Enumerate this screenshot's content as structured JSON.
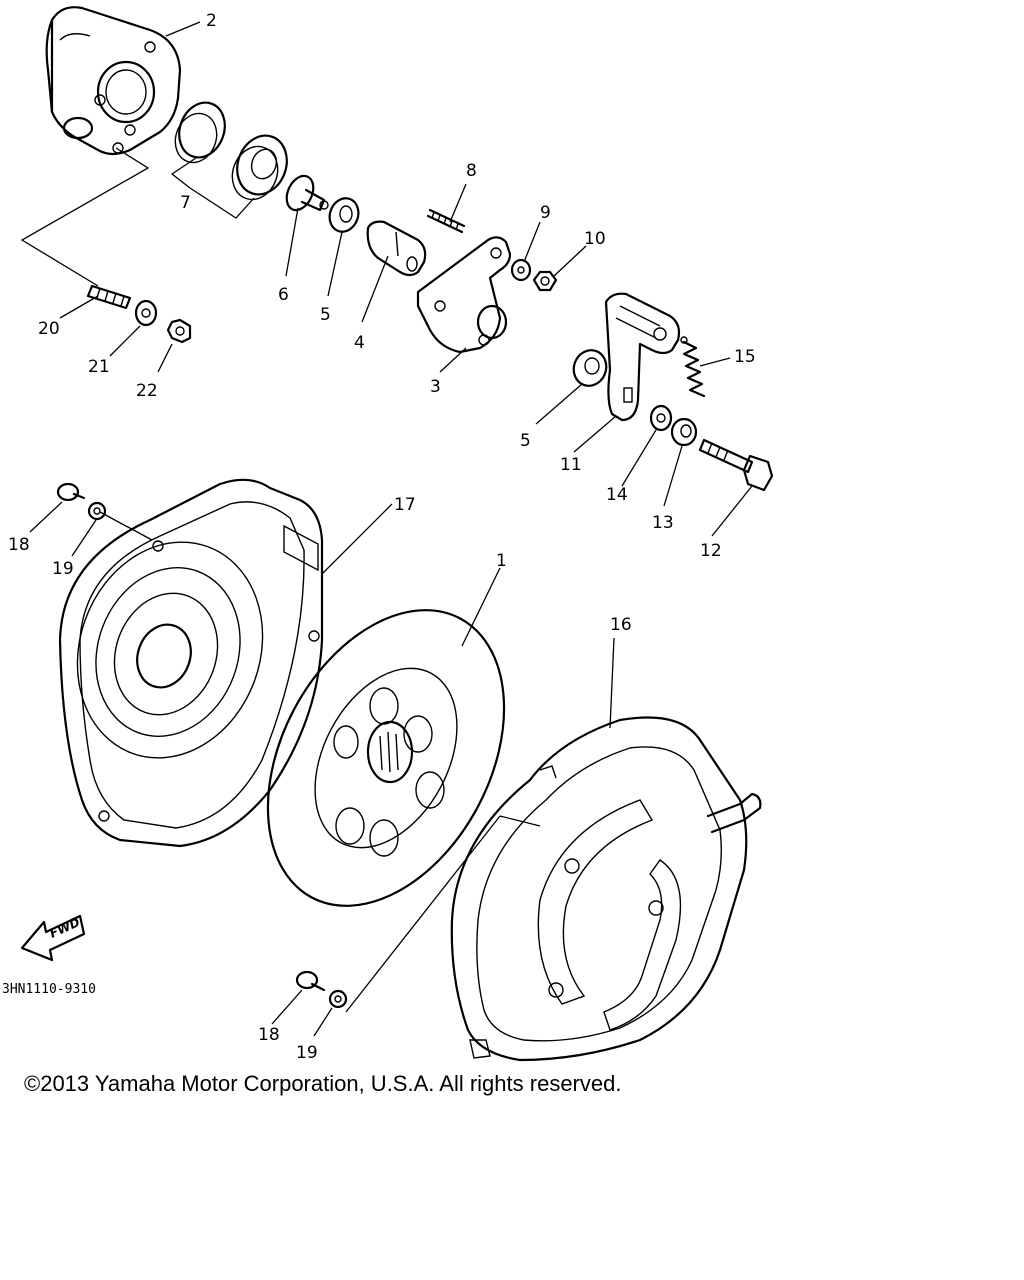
{
  "diagram": {
    "callouts": [
      {
        "id": "c2",
        "label": "2"
      },
      {
        "id": "c7",
        "label": "7"
      },
      {
        "id": "c6",
        "label": "6"
      },
      {
        "id": "c5a",
        "label": "5"
      },
      {
        "id": "c4",
        "label": "4"
      },
      {
        "id": "c8",
        "label": "8"
      },
      {
        "id": "c9",
        "label": "9"
      },
      {
        "id": "c10",
        "label": "10"
      },
      {
        "id": "c3",
        "label": "3"
      },
      {
        "id": "c20",
        "label": "20"
      },
      {
        "id": "c21",
        "label": "21"
      },
      {
        "id": "c22",
        "label": "22"
      },
      {
        "id": "c15",
        "label": "15"
      },
      {
        "id": "c5b",
        "label": "5"
      },
      {
        "id": "c11",
        "label": "11"
      },
      {
        "id": "c14",
        "label": "14"
      },
      {
        "id": "c13",
        "label": "13"
      },
      {
        "id": "c12",
        "label": "12"
      },
      {
        "id": "c17",
        "label": "17"
      },
      {
        "id": "c18a",
        "label": "18"
      },
      {
        "id": "c19a",
        "label": "19"
      },
      {
        "id": "c1",
        "label": "1"
      },
      {
        "id": "c16",
        "label": "16"
      },
      {
        "id": "c18b",
        "label": "18"
      },
      {
        "id": "c19b",
        "label": "19"
      }
    ],
    "fwd_label": "FWD",
    "drawing_code": "3HN1110-9310",
    "copyright": "©2013 Yamaha Motor Corporation, U.S.A. All rights reserved."
  }
}
